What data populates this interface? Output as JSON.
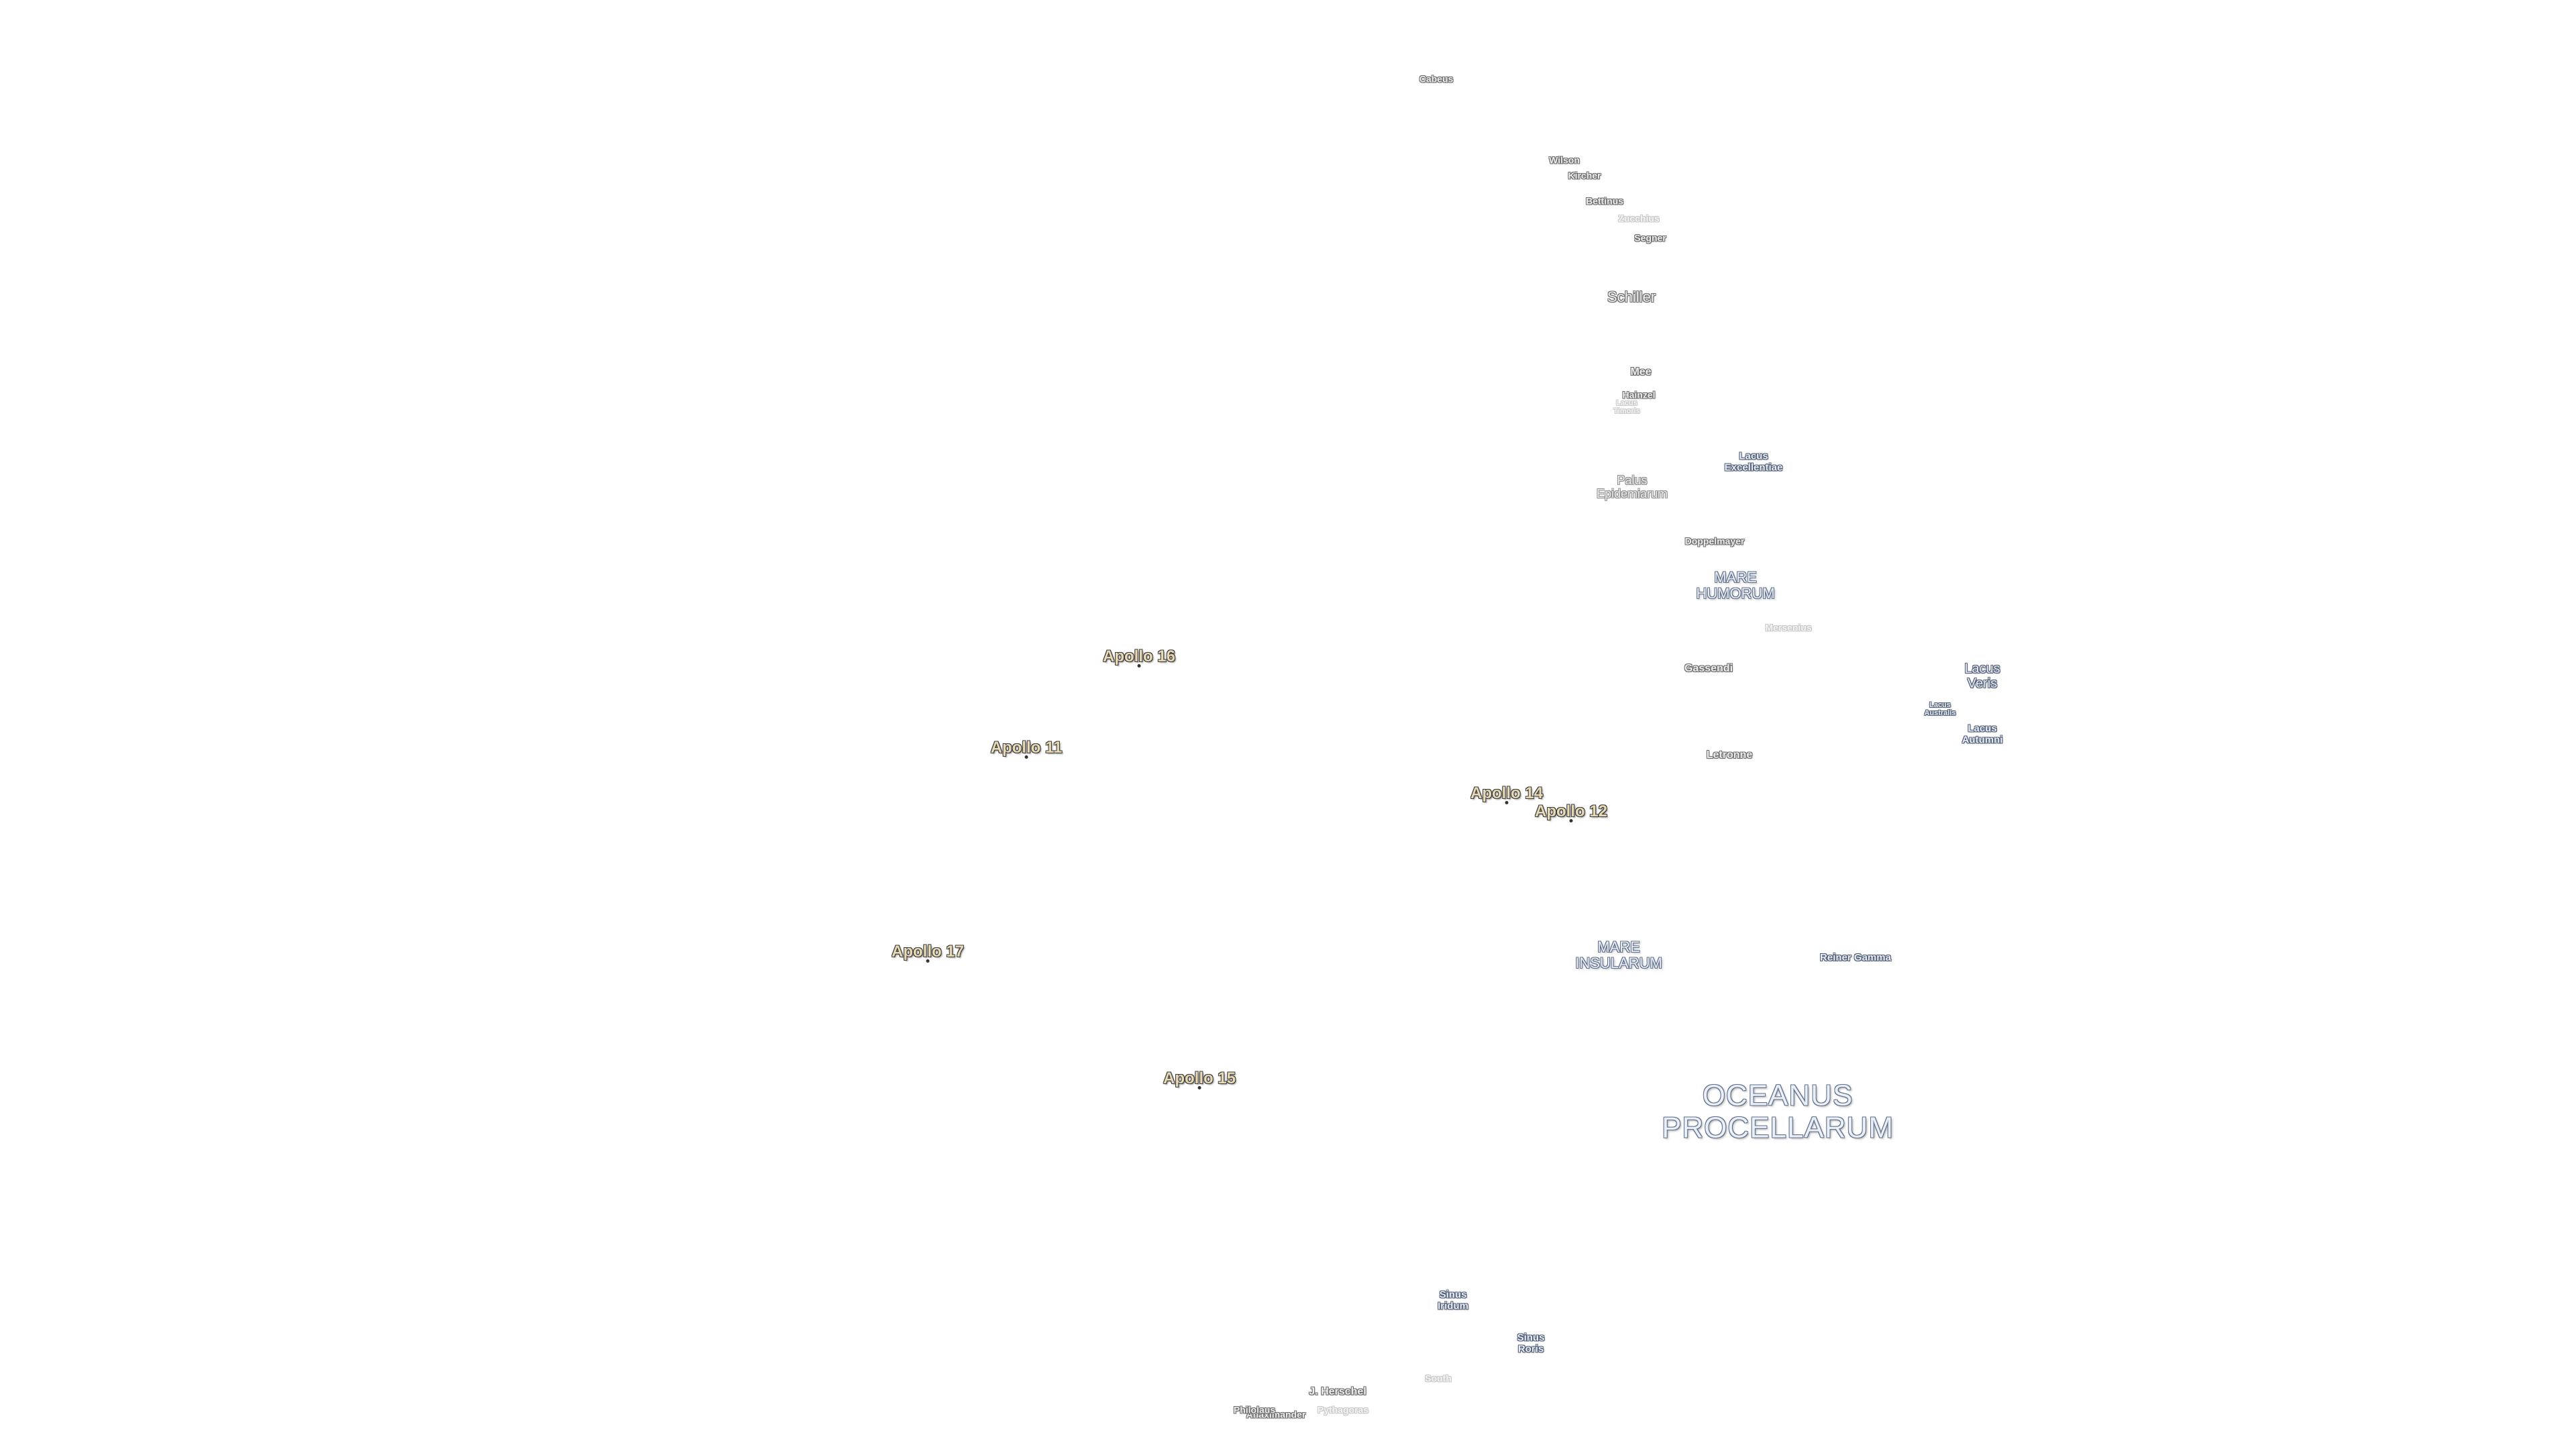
{
  "map": {
    "apollo_sites": [
      {
        "id": "apollo-16",
        "label": "Apollo 16"
      },
      {
        "id": "apollo-11",
        "label": "Apollo 11"
      },
      {
        "id": "apollo-14",
        "label": "Apollo 14"
      },
      {
        "id": "apollo-12",
        "label": "Apollo 12"
      },
      {
        "id": "apollo-17",
        "label": "Apollo 17"
      },
      {
        "id": "apollo-15",
        "label": "Apollo 15"
      }
    ],
    "maria": {
      "oceanus_procellarum": [
        "OCEANUS",
        "PROCELLARUM"
      ],
      "mare_humorum": [
        "MARE",
        "HUMORUM"
      ],
      "mare_insularum": [
        "MARE",
        "INSULARUM"
      ]
    },
    "lakes_and_bays": {
      "lacus_veris": [
        "Lacus",
        "Veris"
      ],
      "lacus_australis": [
        "Lacus",
        "Australis"
      ],
      "lacus_autumni": [
        "Lacus",
        "Autumni"
      ],
      "lacus_excellentiae": [
        "Lacus",
        "Excellentiae"
      ],
      "lacus_timoris": [
        "Lacus",
        "Timoris"
      ],
      "palus_epidemiarum": [
        "Palus",
        "Epidemiarum"
      ],
      "sinus_iridum": [
        "Sinus",
        "Iridum"
      ],
      "sinus_roris": [
        "Sinus",
        "Roris"
      ],
      "reiner_gamma": "Reiner Gamma"
    },
    "craters": {
      "cabeus": "Cabeus",
      "wilson": "Wilson",
      "kircher": "Kircher",
      "bettinus": "Bettinus",
      "zucchius": "Zucchius",
      "segner": "Segner",
      "schiller": "Schiller",
      "hainzel": "Hainzel",
      "mee": "Mee",
      "doppelmayer": "Doppelmayer",
      "mersenius": "Mersenius",
      "gassendi": "Gassendi",
      "letronne": "Letronne",
      "j_herschel": "J. Herschel",
      "anaximander": "Anaximander",
      "philolaus": "Philolaus",
      "pythagoras": "Pythagoras",
      "south": "South"
    }
  }
}
